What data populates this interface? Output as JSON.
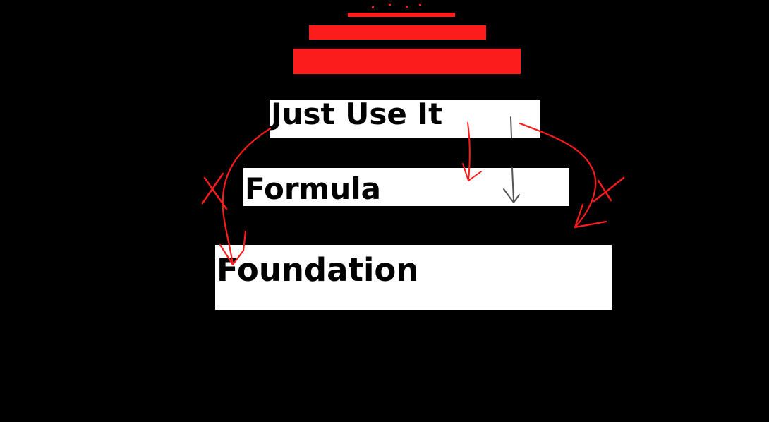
{
  "colors": {
    "background": "#000000",
    "accent_red": "#fd1c1c",
    "block_fill": "#ffffff",
    "text": "#000000",
    "arrow_dark": "#555555"
  },
  "pyramid": {
    "top_bars": [
      "red-bar",
      "red-bar",
      "red-bar"
    ],
    "levels": [
      {
        "label": "Just Use It"
      },
      {
        "label": "Formula"
      },
      {
        "label": "Foundation"
      }
    ]
  },
  "annotations": {
    "icons": [
      "cross-icon",
      "cross-icon",
      "arrow-down-icon",
      "arrow-down-icon",
      "curved-arrow-icon",
      "curved-arrow-icon",
      "curved-arrow-icon"
    ]
  }
}
